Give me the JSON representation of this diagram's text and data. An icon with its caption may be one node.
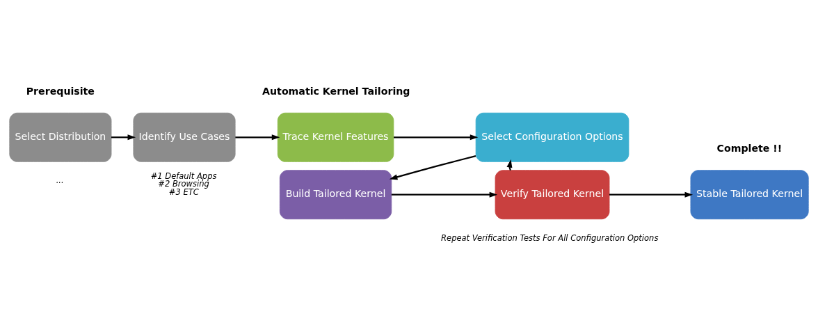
{
  "diagram": {
    "nodes": [
      {
        "text": [
          "Select Distribution"
        ],
        "beside": [
          "..."
        ]
      },
      {
        "text": [
          "Identify Use Cases"
        ],
        "beside": [
          "#1 Default Apps",
          "#2 Browsing",
          "#3 ETC"
        ]
      },
      {
        "text": [
          "Trace Kernel Features"
        ]
      },
      {
        "text": [
          "Select Configuration Options"
        ]
      },
      {
        "text": [
          "Build Tailored Kernel"
        ]
      },
      {
        "text": [
          "Verify Tailored Kernel"
        ],
        "beside": [
          "Repeat Verification Tests For All Configuration Options"
        ]
      },
      {
        "text": [
          "Stable Tailored Kernel"
        ]
      }
    ],
    "edges": [
      {
        "from": 0,
        "to": 1,
        "arrow": "to"
      },
      {
        "from": 1,
        "to": 2,
        "arrow": "to"
      },
      {
        "from": 2,
        "to": 3,
        "arrow": "to"
      },
      {
        "from": 3,
        "to": 4,
        "arrow": "to"
      },
      {
        "from": 4,
        "to": 5,
        "arrow": "to"
      },
      {
        "from": 5,
        "to": 3,
        "arrow": "to"
      },
      {
        "from": 5,
        "to": 6,
        "arrow": "to"
      }
    ],
    "labels": [
      "Prerequisite",
      "Automatic Kernel Tailoring",
      "Complete !!"
    ]
  }
}
